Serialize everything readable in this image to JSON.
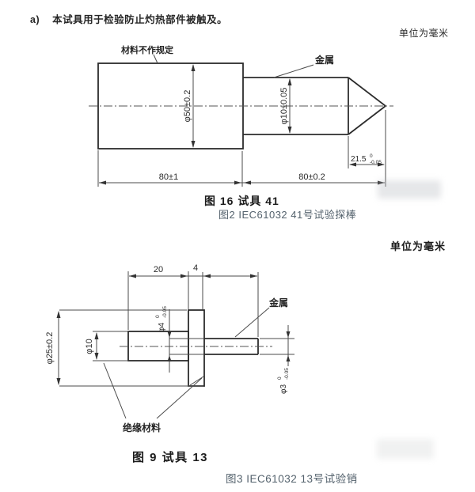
{
  "page": {
    "note_label": "a)",
    "note_text": "本试具用于检验防止灼热部件被触及。",
    "unit_label_top": "单位为毫米",
    "unit_label_mid": "单位为毫米"
  },
  "colors": {
    "line": "#3a3a3a",
    "caption_accent": "#54626d"
  },
  "figure1": {
    "material_label": "材料不作规定",
    "metal_label": "金属",
    "dim_phi50": "φ50±0.2",
    "dim_phi10": "φ10±0.05",
    "dim_tip": {
      "value": "21.5",
      "tol_top": "0",
      "tol_bottom": "-0.05"
    },
    "dim_len_left": "80±1",
    "dim_len_right": "80±0.2",
    "caption_main": "图 16  试具 41",
    "caption_sub": "图2  IEC61032 41号试验探棒"
  },
  "figure2": {
    "dim_20": "20",
    "dim_4": "4",
    "dim_phi25": "φ25±0.2",
    "dim_phi10": "φ10",
    "dim_phi4": {
      "value": "φ4",
      "tol_top": "0",
      "tol_bottom": "-0.05"
    },
    "dim_phi3": {
      "value": "φ3",
      "tol_top": "0",
      "tol_bottom": "-0.05"
    },
    "metal_label": "金属",
    "insulation_label": "绝缘材料",
    "caption_main": "图 9  试具 13",
    "caption_sub": "图3 IEC61032 13号试验销"
  }
}
